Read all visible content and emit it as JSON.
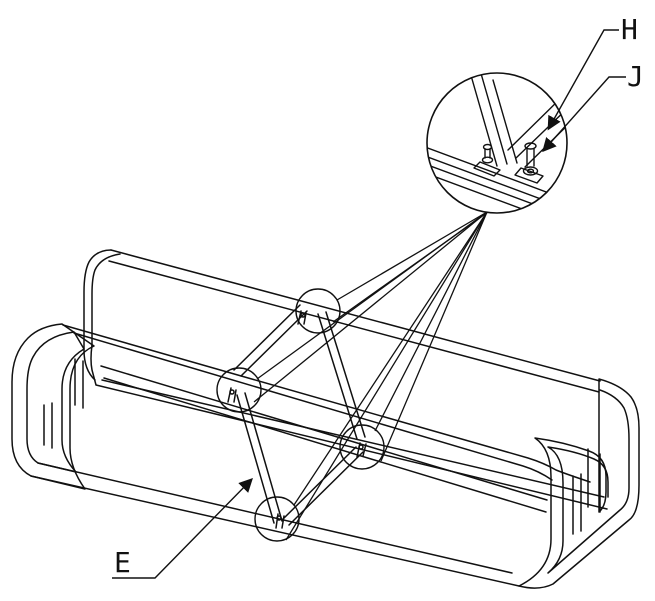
{
  "labels": {
    "h": "H",
    "j": "J",
    "e": "E"
  },
  "colors": {
    "line": "#111111",
    "background": "#ffffff"
  }
}
